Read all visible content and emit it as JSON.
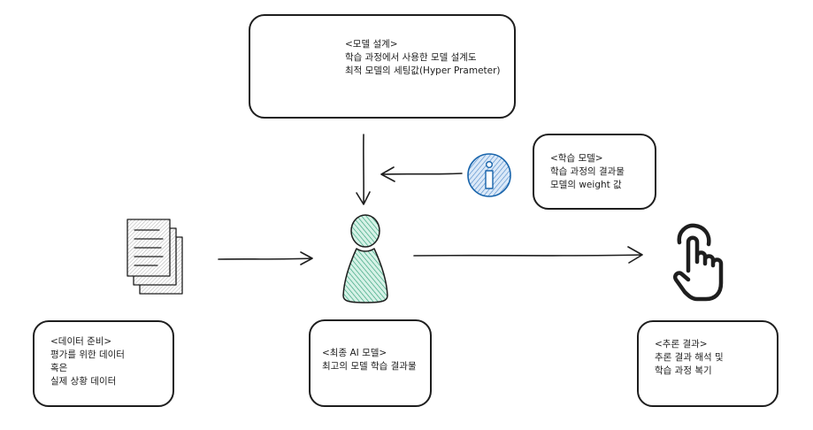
{
  "colors": {
    "ink": "#1e1e1e",
    "info_fill": "#a5c8ec",
    "info_stroke": "#1864ab",
    "person_fill": "#96d8c0",
    "person_stroke": "#1e1e1e"
  },
  "icons": {
    "model_design": "document-icon",
    "learned_model": "info-icon",
    "data_prep": "stacked-documents-icon",
    "final_model": "person-icon",
    "inference": "hand-pointer-icon"
  },
  "cards": {
    "model_design": {
      "title": "<모델 설계>",
      "lines": [
        "학습 과정에서 사용한 모델 설계도",
        "최적 모델의 세팅값(Hyper Prameter)"
      ]
    },
    "learned_model": {
      "title": "<학습 모델>",
      "lines": [
        "학습 과정의 결과물",
        "모델의 weight 값"
      ]
    },
    "data_prep": {
      "title": "<데이터 준비>",
      "lines": [
        "평가를 위한 데이터",
        "혹은",
        "실제 상황 데이터"
      ]
    },
    "final_model": {
      "title": "<최종 AI 모델>",
      "lines": [
        "최고의 모델 학습 결과물"
      ]
    },
    "inference": {
      "title": "<추론 결과>",
      "lines": [
        "추론 결과 해석 및",
        "학습 과정 복기"
      ]
    }
  }
}
